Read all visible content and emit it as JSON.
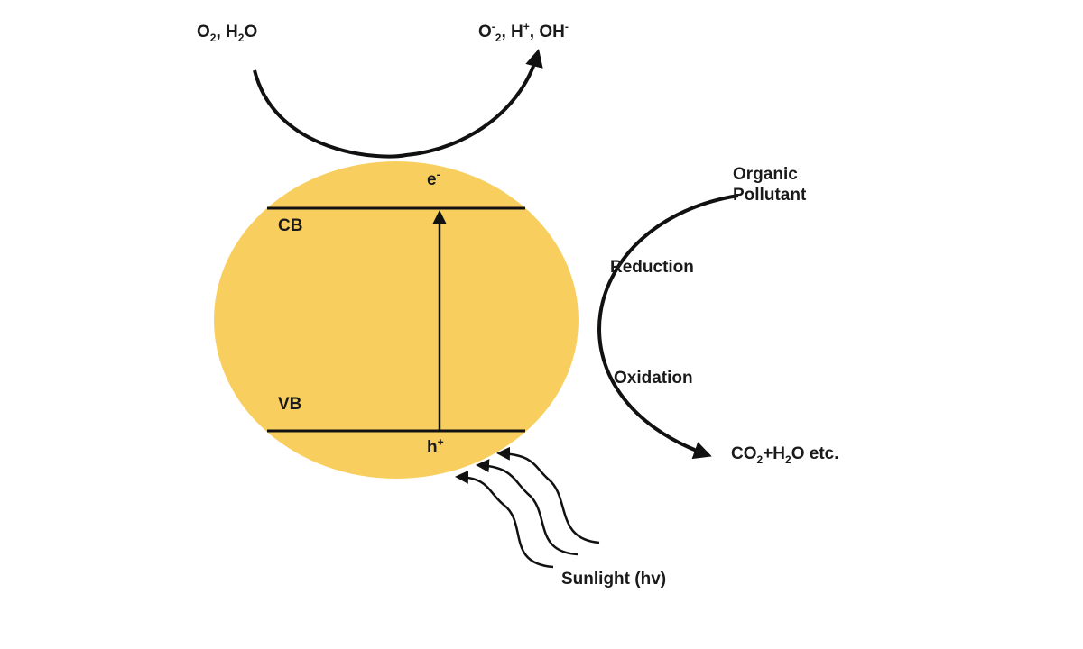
{
  "colors": {
    "particle": "#f8cf5f",
    "stroke": "#111111",
    "text": "#1a1a1a",
    "background": "#ffffff"
  },
  "labels": {
    "reactants_top": {
      "p1": "O",
      "sub1": "2",
      "p2": ", H",
      "sub2": "2",
      "p3": "O"
    },
    "products_top": {
      "p1": "O",
      "sup1": "-",
      "sub1": "2",
      "p2": ", H",
      "sup2": "+",
      "p3": ", OH",
      "sup3": "-"
    },
    "electron": {
      "base": "e",
      "sup": "-"
    },
    "hole": {
      "base": "h",
      "sup": "+"
    },
    "conduction_band": "CB",
    "valence_band": "VB",
    "organic_pollutant_line1": "Organic",
    "organic_pollutant_line2": "Pollutant",
    "reduction": "Reduction",
    "oxidation": "Oxidation",
    "products_right": {
      "p1": "CO",
      "sub1": "2",
      "p2": "+H",
      "sub2": "2",
      "p3": "O etc."
    },
    "sunlight": "Sunlight (hv)"
  }
}
